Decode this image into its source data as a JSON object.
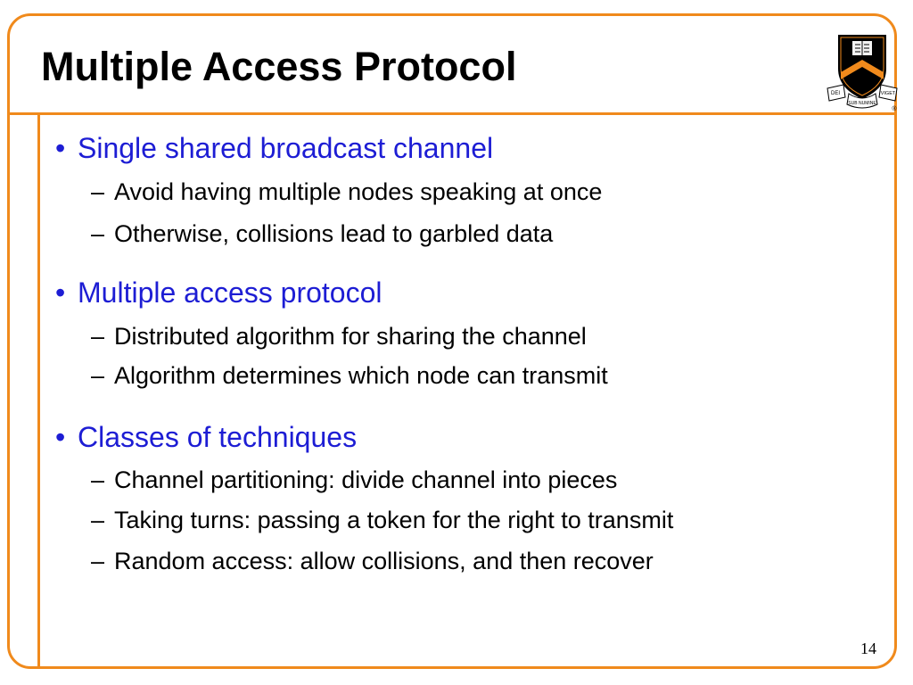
{
  "slide": {
    "title": "Multiple Access Protocol",
    "page_number": "14",
    "logo": {
      "name": "university shield",
      "motto_left": "DEI",
      "motto_center": "SUB NUMINE",
      "motto_right": "VIGET",
      "registered_mark": "®"
    },
    "bullet_marker": "•",
    "sub_marker": "–",
    "sections": [
      {
        "heading": "Single shared broadcast channel",
        "items": [
          "Avoid having multiple nodes speaking at once",
          "Otherwise, collisions lead to garbled data"
        ]
      },
      {
        "heading": "Multiple access protocol",
        "items": [
          "Distributed algorithm for sharing the channel",
          "Algorithm determines which node can transmit"
        ]
      },
      {
        "heading": "Classes of techniques",
        "items": [
          "Channel partitioning: divide channel into pieces",
          "Taking turns: passing a token for the right to transmit",
          "Random access: allow collisions, and then recover"
        ]
      }
    ]
  },
  "colors": {
    "accent": "#f08a1c",
    "heading": "#1d1dd4",
    "text": "#000000"
  }
}
